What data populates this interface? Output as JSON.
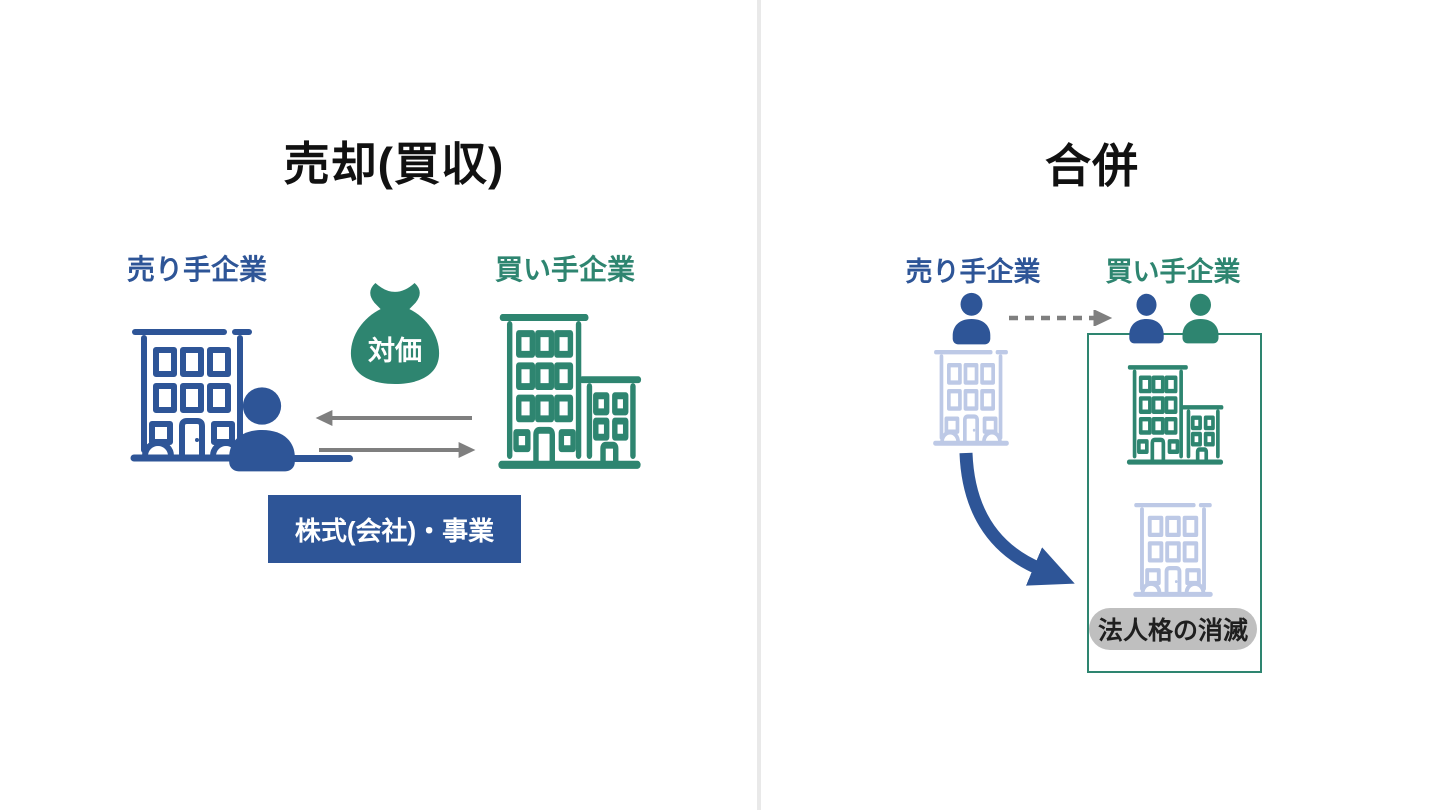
{
  "left_panel": {
    "title": "売却(買収)",
    "seller_label": "売り手企業",
    "buyer_label": "買い手企業",
    "money_bag_label": "対価",
    "deal_box_label": "株式(会社)・事業"
  },
  "right_panel": {
    "title": "合併",
    "seller_label": "売り手企業",
    "buyer_label": "買い手企業",
    "dissolution_badge": "法人格の消滅"
  },
  "icons": {
    "money_bag": "money-bag-icon",
    "seller_building": "building-icon",
    "buyer_building": "building-with-annex-icon",
    "person": "person-icon",
    "left_arrow": "arrow-left-icon",
    "right_arrow": "arrow-right-icon",
    "dashed_arrow": "dashed-arrow-right-icon",
    "curved_arrow": "curved-arrow-icon"
  },
  "colors": {
    "seller_blue": "#2E5597",
    "buyer_teal": "#2E8570",
    "faded_blue": "#BDC9E6",
    "arrow_gray": "#7F7F7F",
    "deal_box_bg": "#2E5597",
    "deal_box_text": "#FFFFFF",
    "badge_bg": "#BFBFBF",
    "badge_text": "#1F1F1F",
    "title_text": "#111111",
    "divider": "#E9E9E9",
    "background": "#FFFFFF"
  }
}
